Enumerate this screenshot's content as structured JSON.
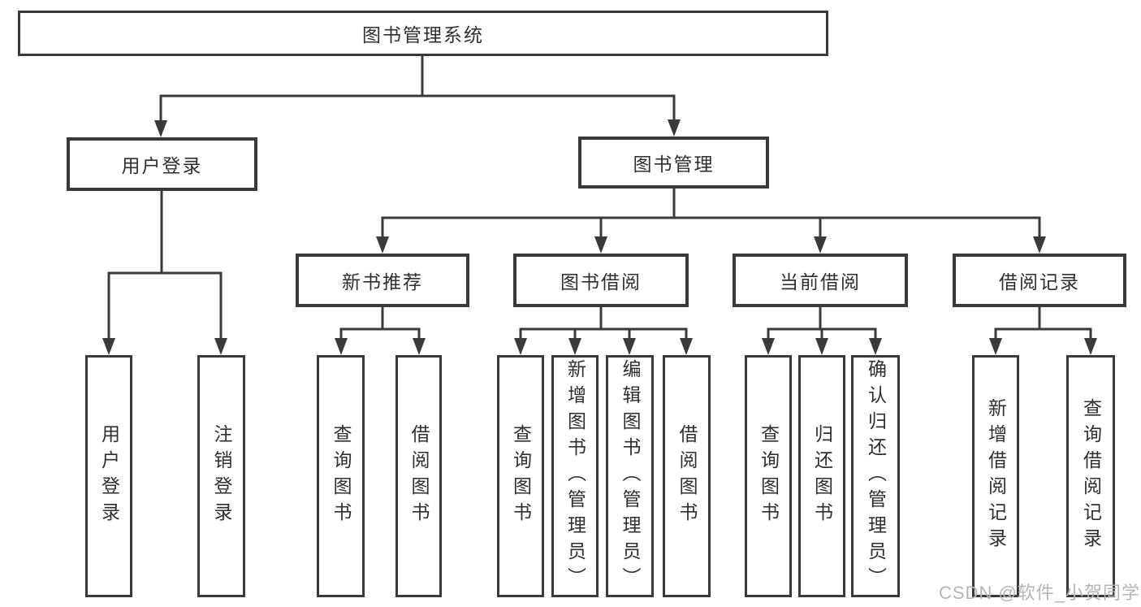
{
  "diagram": {
    "root": "图书管理系统",
    "level2": [
      "用户登录",
      "图书管理"
    ],
    "level3": [
      "新书推荐",
      "图书借阅",
      "当前借阅",
      "借阅记录"
    ],
    "leaves": {
      "login": [
        "用户登录",
        "注销登录"
      ],
      "recommend": [
        "查询图书",
        "借阅图书"
      ],
      "borrow": [
        "查询图书",
        "新增图书（管理员）",
        "编辑图书（管理员）",
        "借阅图书"
      ],
      "current": [
        "查询图书",
        "归还图书",
        "确认归还（管理员）"
      ],
      "records": [
        "新增借阅记录",
        "查询借阅记录"
      ]
    }
  },
  "watermark": "CSDN @软件_小贺同学",
  "colors": {
    "line": "#3a3a3a",
    "text": "#2f2f2f",
    "watermark": "#b5b5b5",
    "background": "#ffffff"
  }
}
